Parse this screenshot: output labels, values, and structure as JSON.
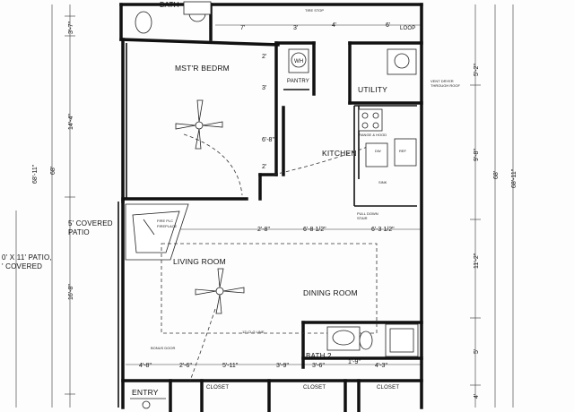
{
  "rooms": {
    "bath_top": "BATH",
    "master": "MST'R BEDRM",
    "utility": "UTILITY",
    "kitchen": "KITCHEN",
    "living": "LIVING ROOM",
    "dining": "DINING ROOM",
    "bath2": "BATH 2",
    "entry": "ENTRY",
    "closet1": "CLOSET",
    "closet2": "CLOSET",
    "closet3": "CLOSET",
    "pantry": "PANTRY",
    "wh": "WH",
    "loop": "LOOP"
  },
  "patio": {
    "covered": "5' COVERED",
    "covered2": "PATIO",
    "size": "0' X 11' PATIO,",
    "size2": "' COVERED"
  },
  "dims": {
    "d_3_7": "3'-7\"",
    "d_14_4": "14'-4\"",
    "d_16_8": "16'-8\"",
    "d_68": "68'",
    "d_68_11": "68'-11\"",
    "d_68_r": "68'",
    "d_68_11_r": "68'-11\"",
    "d_5_2": "5'-2\"",
    "d_9_8": "9'-8\"",
    "d_11_2": "11'-2\"",
    "d_5": "5'",
    "d_4_r": "4'",
    "d_7": "7'",
    "d_3": "3'",
    "d_4": "4'",
    "d_6": "6'",
    "d_2_8": "2'-8\"",
    "d_6_8_half": "6'-8 1/2\"",
    "d_6_3_half": "6'-3 1/2\"",
    "d_4_8": "4'-8\"",
    "d_2_6": "2'-6\"",
    "d_5_11": "5'-11\"",
    "d_3_9": "3'-9\"",
    "d_3_6": "3'-6\"",
    "d_1_9": "1'-9\"",
    "d_4_3": "4'-3\"",
    "d_2_b": "2'",
    "d_3_b": "3'",
    "d_6_8": "6'-8\"",
    "d_2_m": "2'"
  },
  "notes": {
    "tire_stop": "TIRE STOP",
    "fireplace": "FIRE PLC",
    "fireplace2": "FIREPLACE",
    "vent": "VENT DRYER",
    "vent2": "THROUGH ROOF",
    "range": "RANGE & HOOD",
    "dw": "DW",
    "ref": "REF",
    "sink": "SINK",
    "pull_down": "PULL DOWN",
    "stair": "STAIR",
    "bonus": "BONUS DOOR",
    "ceiling": "12' CLG LINE"
  }
}
